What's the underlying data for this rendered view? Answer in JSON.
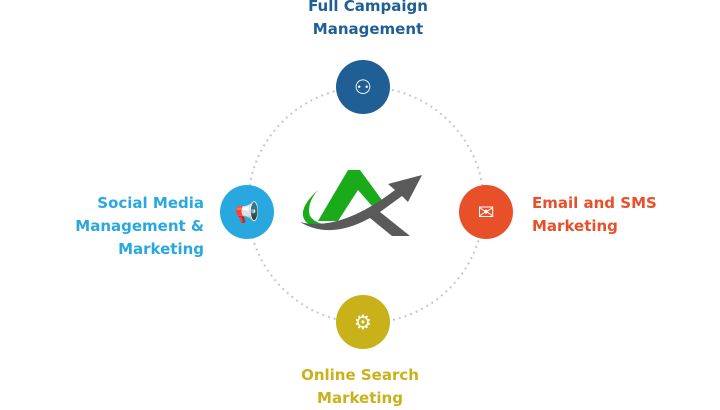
{
  "nodes": {
    "top": {
      "label_line1": "Full Campaign",
      "label_line2": "Management",
      "color": "#1f5f96",
      "icon": "org-chart-icon"
    },
    "right": {
      "label_line1": "Email and SMS",
      "label_line2": "Marketing",
      "color": "#e8502a",
      "icon": "envelope-megaphone-icon"
    },
    "bottom": {
      "label_line1": "Online Search",
      "label_line2": "Marketing",
      "color": "#c9b11a",
      "icon": "search-user-icon"
    },
    "left": {
      "label_line1": "Social Media",
      "label_line2": "Management & Marketing",
      "color": "#29a8e0",
      "icon": "megaphone-social-icon"
    }
  },
  "logo": {
    "green": "#1aab1a",
    "gray": "#5a5a5a"
  }
}
